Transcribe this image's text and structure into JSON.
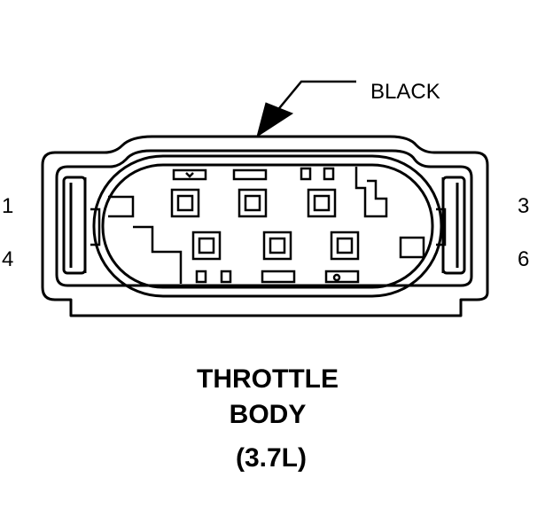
{
  "connector": {
    "color_label": "BLACK",
    "pin_labels": {
      "top_left": "1",
      "top_right": "3",
      "bottom_left": "4",
      "bottom_right": "6"
    }
  },
  "caption": {
    "line1": "THROTTLE",
    "line2": "BODY",
    "line3": "(3.7L)"
  },
  "colors": {
    "line": "#000000",
    "background": "#ffffff"
  }
}
